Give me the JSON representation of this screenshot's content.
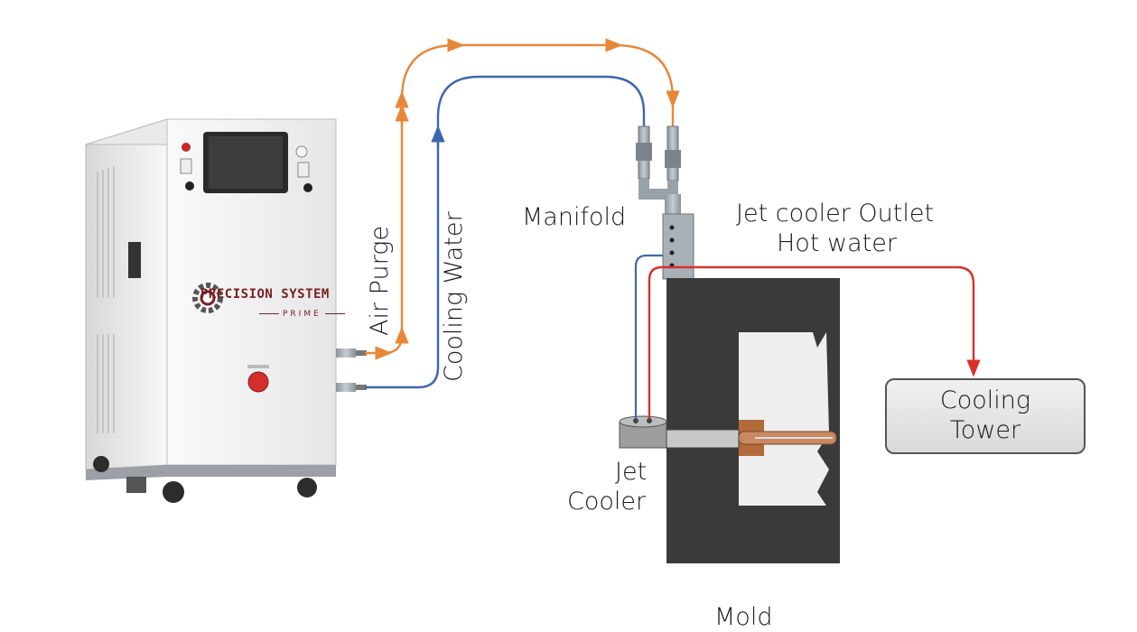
{
  "labels": {
    "air_purge": "Air Purge",
    "cooling_water": "Cooling Water",
    "manifold": "Manifold",
    "jet_cooler_outlet_line1": "Jet cooler Outlet",
    "jet_cooler_outlet_line2": "Hot water",
    "jet_cooler_line1": "Jet",
    "jet_cooler_line2": "Cooler",
    "cooling_tower_line1": "Cooling",
    "cooling_tower_line2": "Tower",
    "mold": "Mold"
  },
  "machine": {
    "brand": "PRECISION SYSTEM",
    "model": "PRIME"
  },
  "colors": {
    "air_purge_line": "#e8873a",
    "cooling_water_line": "#3c67b0",
    "hot_water_line": "#d9302c",
    "mold_body": "#3a3a3a",
    "brand": "#7a1f22"
  }
}
